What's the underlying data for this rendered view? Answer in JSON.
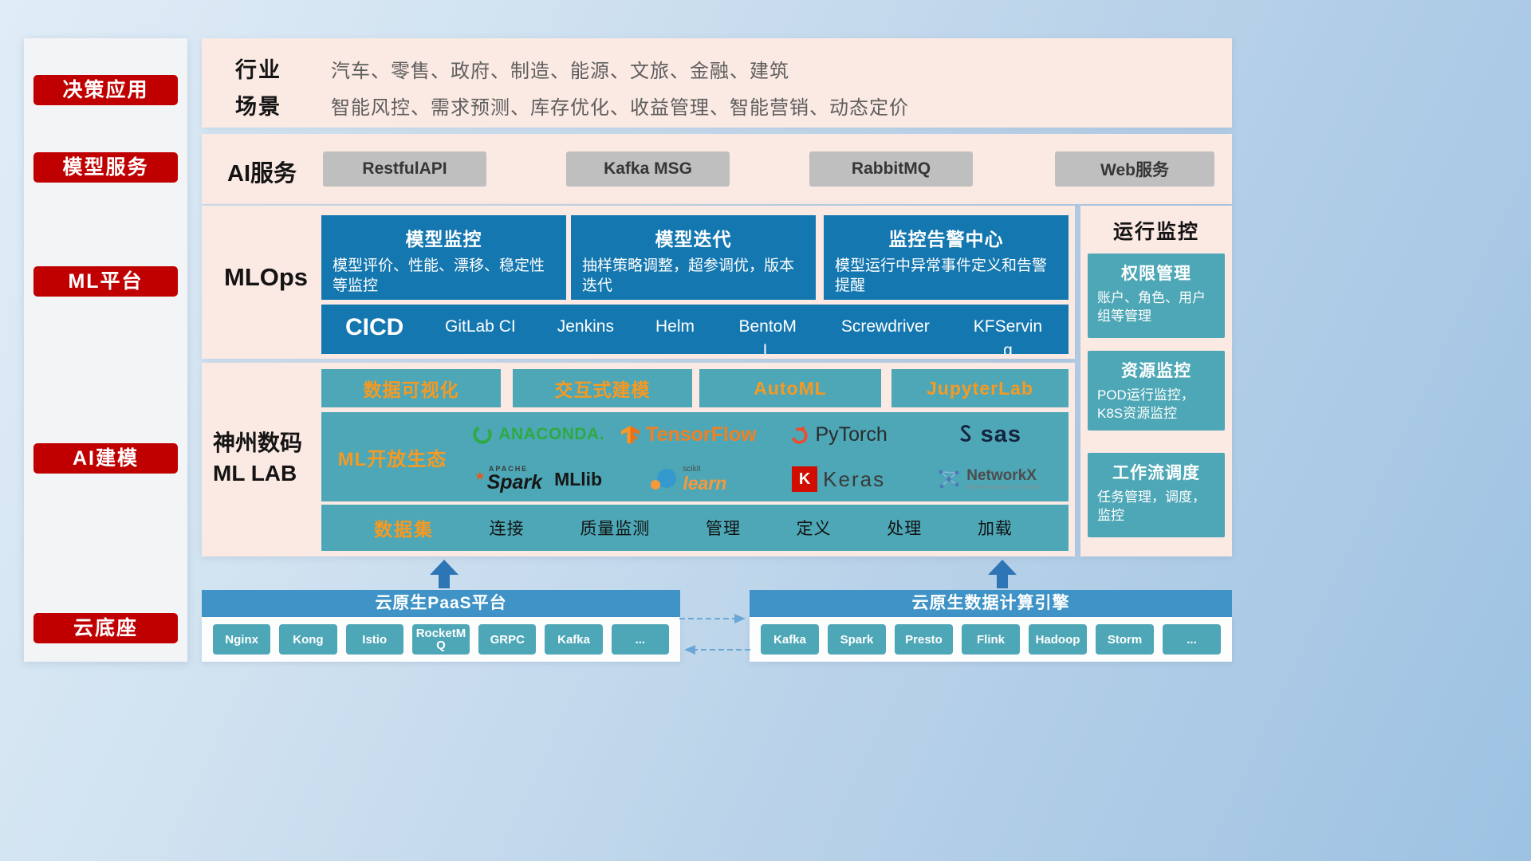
{
  "colors": {
    "accent_red": "#c00000",
    "panel_pink": "#fbe9e3",
    "deep_blue": "#1477b0",
    "teal": "#4da7b6",
    "header_blue": "#3f93c6",
    "orange": "#f59a23",
    "gray_button": "#bfbfbf",
    "arrow_blue": "#2e75b6"
  },
  "sidebar": {
    "items": [
      "决策应用",
      "模型服务",
      "ML平台",
      "AI建模",
      "云底座"
    ]
  },
  "industry_panel": {
    "rows": [
      {
        "label": "行业",
        "text": "汽车、零售、政府、制造、能源、文旅、金融、建筑"
      },
      {
        "label": "场景",
        "text": "智能风控、需求预测、库存优化、收益管理、智能营销、动态定价"
      }
    ]
  },
  "ai_service_panel": {
    "label": "AI服务",
    "buttons": [
      "RestfulAPI",
      "Kafka MSG",
      "RabbitMQ",
      "Web服务"
    ]
  },
  "mlops_panel": {
    "label": "MLOps",
    "cards": [
      {
        "title": "模型监控",
        "desc": "模型评价、性能、漂移、稳定性等监控"
      },
      {
        "title": "模型迭代",
        "desc": "抽样策略调整，超参调优，版本迭代"
      },
      {
        "title": "监控告警中心",
        "desc": "模型运行中异常事件定义和告警提醒"
      }
    ],
    "cicd_label": "CICD",
    "cicd_items": [
      "GitLab CI",
      "Jenkins",
      "Helm",
      "BentoML",
      "Screwdriver",
      "KFServing"
    ]
  },
  "mllab_panel": {
    "label_line1": "神州数码",
    "label_line2": "ML LAB",
    "tools": [
      "数据可视化",
      "交互式建模",
      "AutoML",
      "JupyterLab"
    ],
    "ecosystem_label": "ML开放生态",
    "dataset_label": "数据集",
    "dataset_items": [
      "连接",
      "质量监测",
      "管理",
      "定义",
      "处理",
      "加载"
    ]
  },
  "monitoring_panel": {
    "title": "运行监控",
    "cards": [
      {
        "title": "权限管理",
        "desc": "账户、角色、用户组等管理"
      },
      {
        "title": "资源监控",
        "desc": "POD运行监控，K8S资源监控"
      },
      {
        "title": "工作流调度",
        "desc": "任务管理，调度，监控"
      }
    ]
  },
  "cloud_base": {
    "paas": {
      "title": "云原生PaaS平台",
      "items": [
        "Nginx",
        "Kong",
        "Istio",
        "RocketMQ",
        "GRPC",
        "Kafka",
        "..."
      ]
    },
    "engine": {
      "title": "云原生数据计算引擎",
      "items": [
        "Kafka",
        "Spark",
        "Presto",
        "Flink",
        "Hadoop",
        "Storm",
        "..."
      ]
    }
  },
  "logos": {
    "anaconda": "ANACONDA.",
    "tensorflow": "TensorFlow",
    "pytorch": "PyTorch",
    "sas": "sas",
    "apache": "APACHE",
    "spark": "Spark",
    "mllib": "MLlib",
    "scikit": "scikit",
    "learn": "learn",
    "keras_k": "K",
    "keras": "Keras",
    "networkx": "NetworkX",
    "networkx_sub": "Network Analysis in Python"
  }
}
